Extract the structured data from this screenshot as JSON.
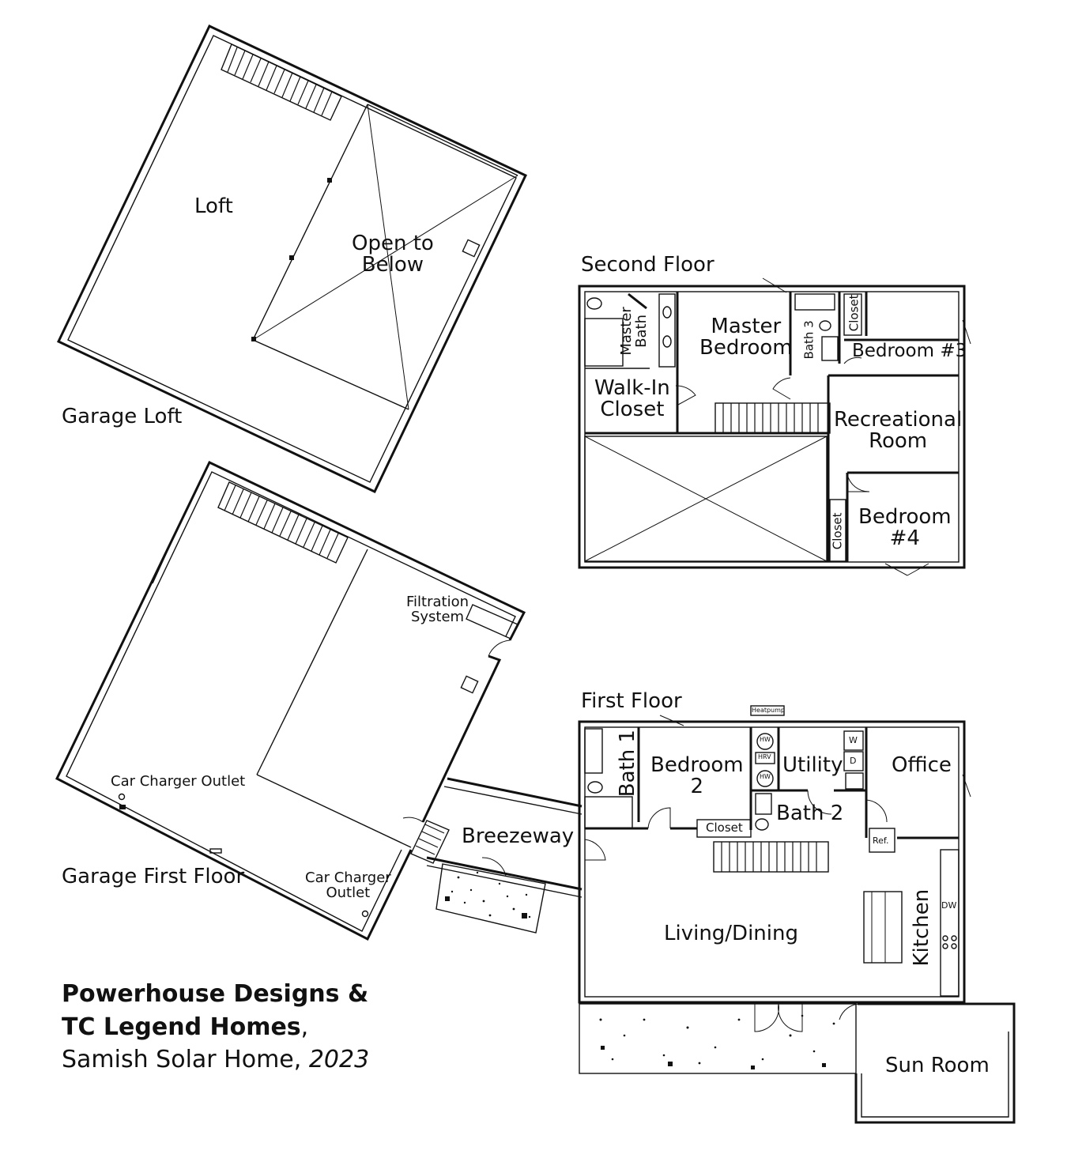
{
  "garage_loft": {
    "heading": "Garage Loft",
    "rooms": {
      "loft": "Loft",
      "open_to_below": "Open to\nBelow"
    }
  },
  "garage_first_floor": {
    "heading": "Garage First Floor",
    "labels": {
      "filtration": "Filtration\nSystem",
      "car_charger_1": "Car Charger Outlet",
      "car_charger_2": "Car Charger\nOutlet",
      "breezeway": "Breezeway"
    }
  },
  "second_floor": {
    "heading": "Second Floor",
    "rooms": {
      "master_bath": "Master\nBath",
      "master_bedroom": "Master\nBedroom",
      "bath_3": "Bath 3",
      "closet_a": "Closet",
      "bedroom_3": "Bedroom #3",
      "walk_in_closet": "Walk-In\nCloset",
      "recreational_room": "Recreational\nRoom",
      "closet_b": "Closet",
      "bedroom_4": "Bedroom\n#4"
    }
  },
  "first_floor": {
    "heading": "First Floor",
    "rooms": {
      "heatpump": "Heatpump",
      "bath_1": "Bath 1",
      "bedroom_2": "Bedroom\n2",
      "utility": "Utility",
      "office": "Office",
      "bath_2": "Bath 2",
      "closet": "Closet",
      "living_dining": "Living/Dining",
      "kitchen": "Kitchen",
      "sun_room": "Sun Room"
    },
    "fixtures": {
      "hw_1": "HW",
      "hrv": "HRV",
      "hw_2": "HW",
      "washer": "W",
      "dryer": "D",
      "ref": "Ref.",
      "dw": "DW"
    }
  },
  "credit": {
    "line1": "Powerhouse Designs &",
    "line2_bold": "TC Legend Homes",
    "line2_rest": ",",
    "line3_plain": "Samish Solar Home, ",
    "line3_italic": "2023"
  }
}
